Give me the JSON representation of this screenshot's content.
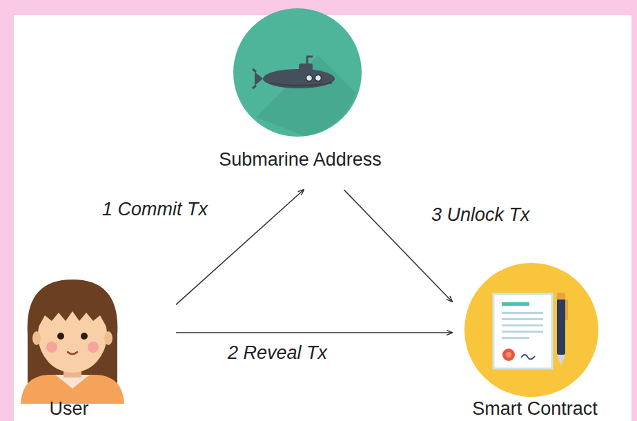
{
  "diagram": {
    "nodes": [
      {
        "text": [
          "Submarine Address"
        ]
      },
      {
        "text": [
          "User"
        ]
      },
      {
        "text": [
          "Smart Contract"
        ]
      }
    ],
    "edges": [
      {
        "from": 1,
        "to": 0,
        "arrow": "to",
        "label": "1 Commit Tx"
      },
      {
        "from": 1,
        "to": 2,
        "arrow": "to",
        "label": "2 Reveal Tx"
      },
      {
        "from": 0,
        "to": 2,
        "arrow": "to",
        "label": "3 Unlock Tx"
      }
    ]
  }
}
